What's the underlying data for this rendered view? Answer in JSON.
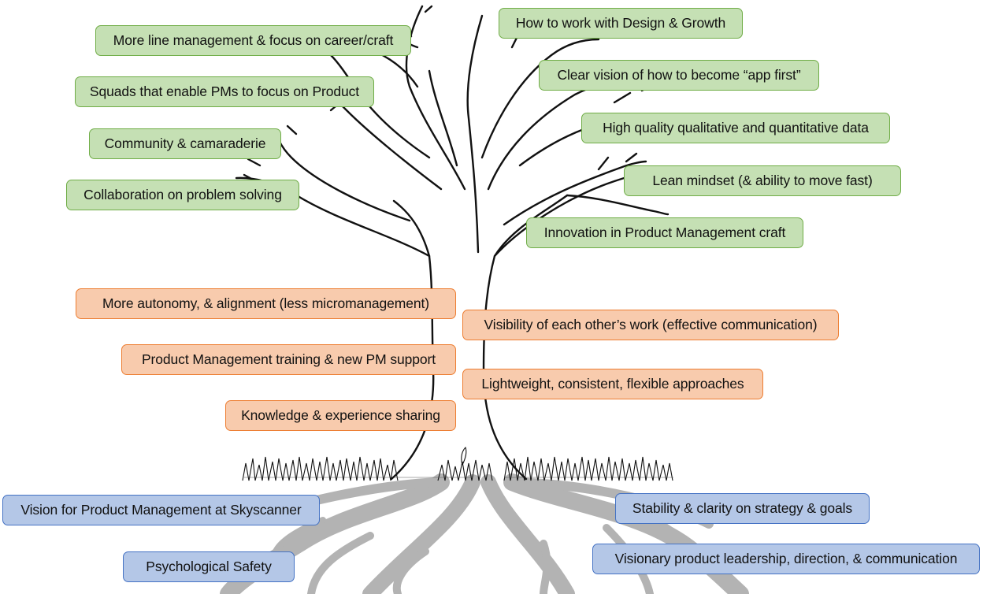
{
  "diagram": {
    "type": "tree-metaphor",
    "sections": {
      "branches": {
        "color": "#c5e0b4",
        "border": "#70ad47",
        "items": [
          "More line management & focus on career/craft",
          "Squads that enable PMs to focus on Product",
          "Community & camaraderie",
          "Collaboration on problem solving",
          "How to work with Design & Growth",
          "Clear vision of how to become “app first”",
          "High quality qualitative and quantitative data",
          "Lean mindset (& ability to move fast)",
          "Innovation in Product Management craft"
        ]
      },
      "trunk": {
        "color": "#f8cbad",
        "border": "#ed7d31",
        "items": [
          "More autonomy, & alignment (less micromanagement)",
          "Product Management training & new PM support",
          "Knowledge & experience sharing",
          "Visibility of each other’s work (effective communication)",
          "Lightweight, consistent, flexible approaches"
        ]
      },
      "roots": {
        "color": "#b4c7e7",
        "border": "#4472c4",
        "items": [
          "Vision for Product Management at Skyscanner",
          "Psychological Safety",
          "Stability & clarity on strategy & goals",
          "Visionary product leadership, direction, & communication"
        ]
      }
    }
  }
}
